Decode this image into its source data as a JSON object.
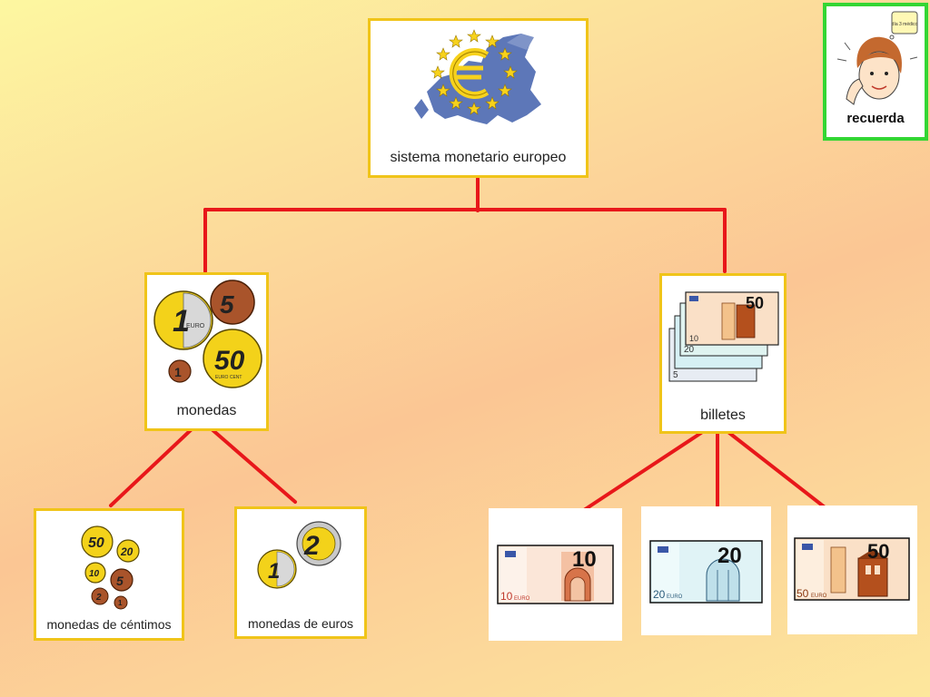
{
  "colors": {
    "connector": "#e8171a",
    "card_border": "#f0c419",
    "recuerda_border": "#33d633",
    "coin_gold": "#f3d21a",
    "coin_copper": "#a9542b",
    "coin_silver": "#c9c9c9"
  },
  "root": {
    "label": "sistema monetario europeo",
    "icon": "euro-map-icon"
  },
  "recuerda": {
    "label": "recuerda",
    "icon": "thinking-girl-icon",
    "note_text": "día 3 médico"
  },
  "branches": {
    "monedas": {
      "label": "monedas",
      "icon": "coins-icon",
      "coin_values": [
        "1",
        "5",
        "50",
        "1"
      ],
      "coin_units": [
        "EURO",
        "EURO CENT"
      ],
      "children": [
        {
          "label": "monedas de céntimos",
          "icon": "cent-coins-icon",
          "coin_values": [
            "50",
            "20",
            "10",
            "5",
            "2",
            "1"
          ]
        },
        {
          "label": "monedas de euros",
          "icon": "euro-coins-icon",
          "coin_values": [
            "2",
            "1"
          ]
        }
      ]
    },
    "billetes": {
      "label": "billetes",
      "icon": "banknotes-icon",
      "note_values": [
        "50",
        "20",
        "10",
        "5"
      ],
      "children": [
        {
          "denomination": "10",
          "currency": "EURO",
          "icon": "ten-euro-note-icon"
        },
        {
          "denomination": "20",
          "currency": "EURO",
          "icon": "twenty-euro-note-icon"
        },
        {
          "denomination": "50",
          "currency": "EURO",
          "icon": "fifty-euro-note-icon"
        }
      ]
    }
  }
}
